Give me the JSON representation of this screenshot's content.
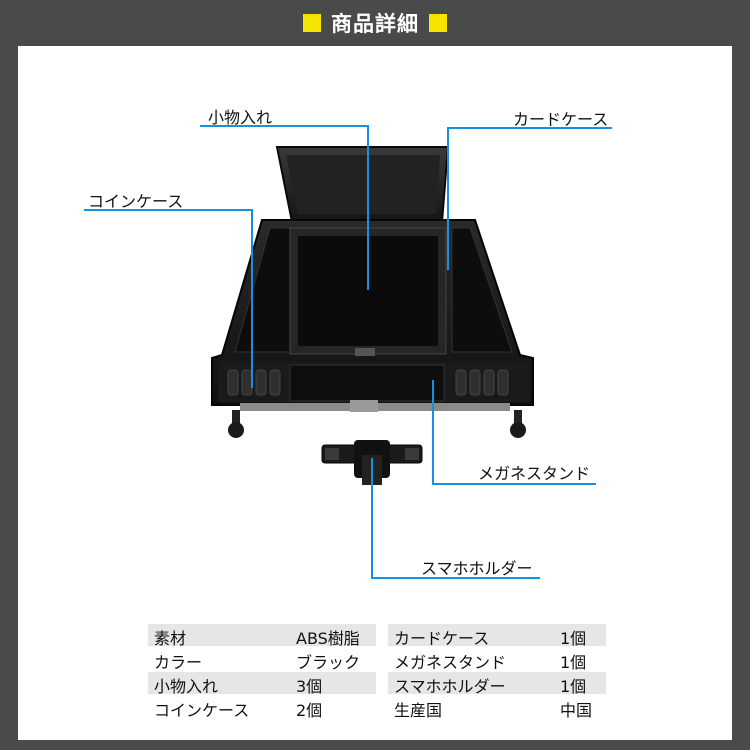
{
  "header": {
    "title": "商品詳細"
  },
  "callouts": {
    "komonoire": "小物入れ",
    "card_case": "カードケース",
    "coin_case": "コインケース",
    "glasses_stand": "メガネスタンド",
    "phone_holder": "スマホホルダー"
  },
  "colors": {
    "header_bg": "#4a4a4a",
    "accent_yellow": "#f5e400",
    "callout_line": "#1a8fe0"
  },
  "specs_left": [
    {
      "key": "素材",
      "value": "ABS樹脂"
    },
    {
      "key": "カラー",
      "value": "ブラック"
    },
    {
      "key": "小物入れ",
      "value": "3個"
    },
    {
      "key": "コインケース",
      "value": "2個"
    }
  ],
  "specs_right": [
    {
      "key": "カードケース",
      "value": "1個"
    },
    {
      "key": "メガネスタンド",
      "value": "1個"
    },
    {
      "key": "スマホホルダー",
      "value": "1個"
    },
    {
      "key": "生産国",
      "value": "中国"
    }
  ]
}
